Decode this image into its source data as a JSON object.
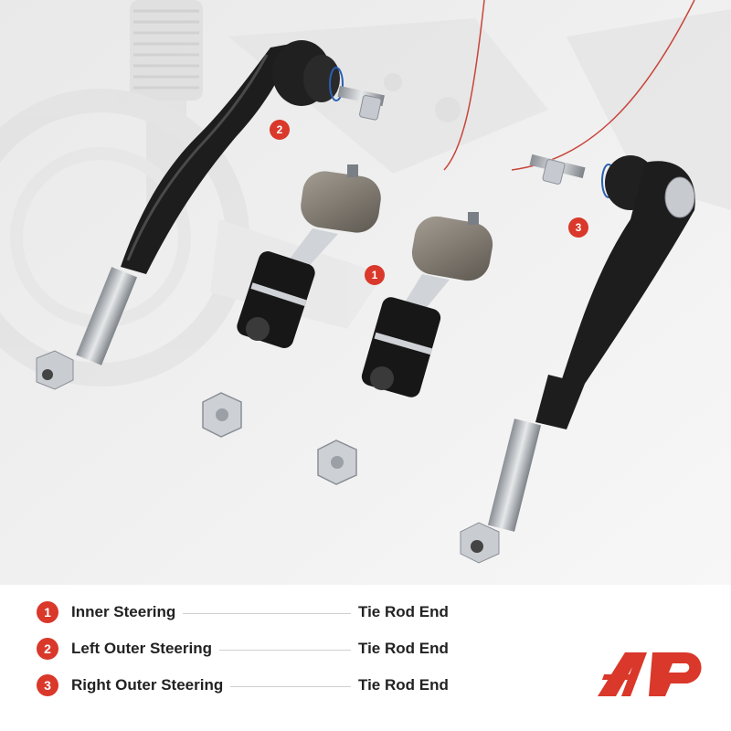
{
  "callouts": [
    {
      "number": "1"
    },
    {
      "number": "2"
    },
    {
      "number": "3"
    }
  ],
  "legend": [
    {
      "number": "1",
      "part": "Inner Steering",
      "type": "Tie Rod End"
    },
    {
      "number": "2",
      "part": "Left Outer Steering",
      "type": "Tie Rod End"
    },
    {
      "number": "3",
      "part": "Right Outer Steering",
      "type": "Tie Rod End"
    }
  ],
  "colors": {
    "accent": "#d9382a",
    "text": "#222222",
    "leader": "#cfcfcf",
    "metal_dark": "#1b1b1b",
    "metal_light": "#c9cdd2"
  },
  "logo": {
    "icon": "brand-logo-icon"
  }
}
